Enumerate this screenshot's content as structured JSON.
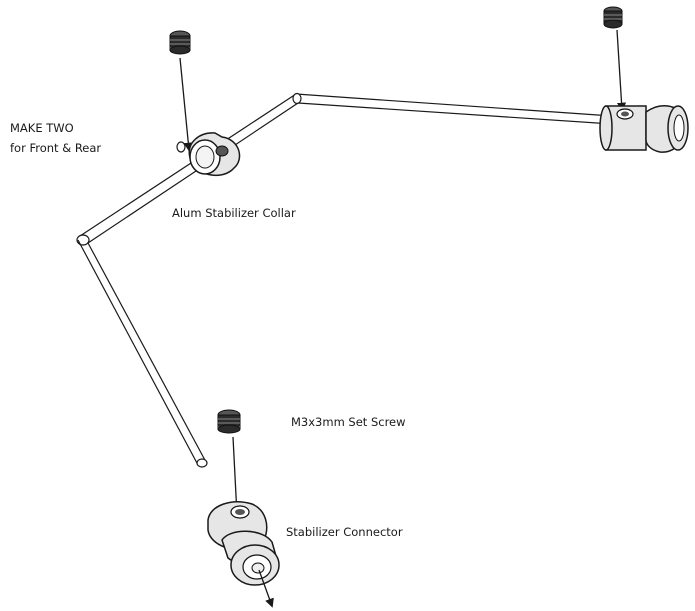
{
  "labels": {
    "make_two": "MAKE TWO",
    "front_rear": "for Front & Rear",
    "collar": "Alum Stabilizer Collar",
    "set_screw": "M3x3mm Set Screw",
    "connector": "Stabilizer Connector"
  },
  "colors": {
    "ink": "#1a1a1a",
    "metal": "#e6e6e6",
    "screw": "#2b2b2b",
    "background": "#ffffff"
  },
  "parts": [
    "set-screw-icon",
    "stabilizer-collar-icon",
    "stabilizer-connector-icon",
    "stabilizer-bar-icon"
  ]
}
